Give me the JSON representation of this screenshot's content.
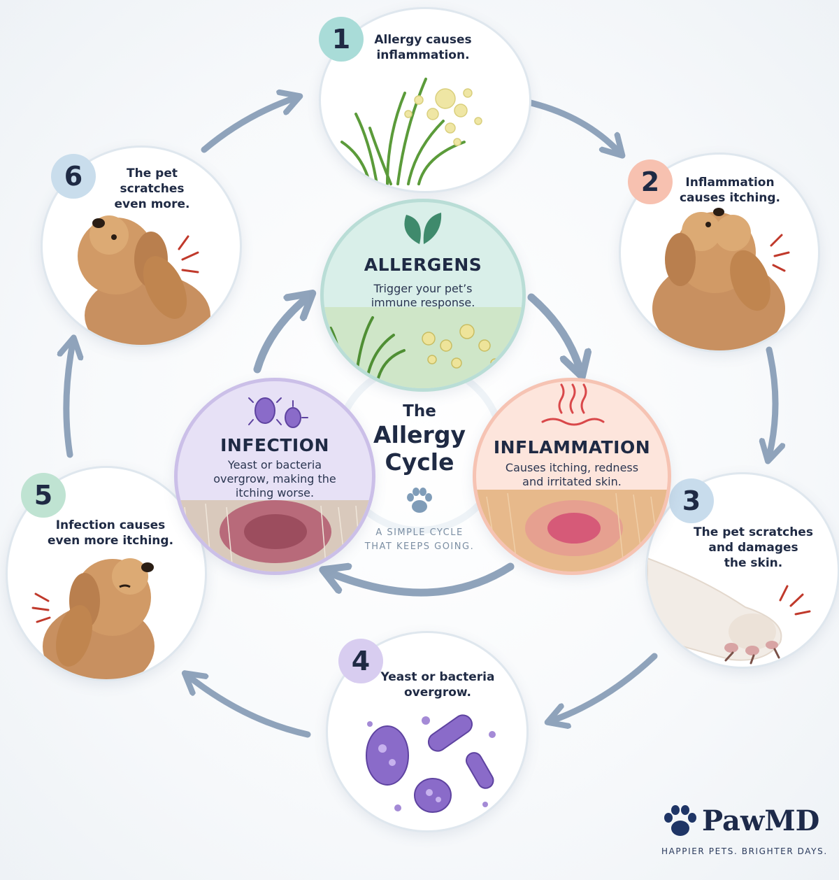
{
  "steps": [
    {
      "number": "1",
      "text_lines": [
        "Allergy causes",
        "inflammation."
      ],
      "badge_color": "#a9dcd8",
      "icon": "grass-pollen-icon"
    },
    {
      "number": "2",
      "text_lines": [
        "Inflammation",
        "causes itching."
      ],
      "badge_color": "#f7c1b0",
      "icon": "dog-scratching-icon"
    },
    {
      "number": "3",
      "text_lines": [
        "The pet scratches",
        "and damages",
        "the skin."
      ],
      "badge_color": "#c8dcec",
      "icon": "dog-paw-claws-icon"
    },
    {
      "number": "4",
      "text_lines": [
        "Yeast or bacteria",
        "overgrow."
      ],
      "badge_color": "#d8cdf0",
      "icon": "bacteria-icon"
    },
    {
      "number": "5",
      "text_lines": [
        "Infection causes",
        "even more itching."
      ],
      "badge_color": "#bfe3d2",
      "icon": "dog-scratching-icon"
    },
    {
      "number": "6",
      "text_lines": [
        "The pet",
        "scratches",
        "even more."
      ],
      "badge_color": "#c9ddec",
      "icon": "dog-scratching-icon"
    }
  ],
  "core": {
    "allergens": {
      "title": "ALLERGENS",
      "desc_lines": [
        "Trigger your pet’s",
        "immune response."
      ],
      "color": "#d9efe9",
      "border": "#b9ddd6",
      "icon": "leaf-icon"
    },
    "inflammation": {
      "title": "INFLAMMATION",
      "desc_lines": [
        "Causes itching, redness",
        "and irritated skin."
      ],
      "color": "#fde5dc",
      "border": "#f6c3b3",
      "icon": "heat-waves-icon"
    },
    "infection": {
      "title": "INFECTION",
      "desc_lines": [
        "Yeast or bacteria",
        "overgrow, making the",
        "itching worse."
      ],
      "color": "#e7e1f6",
      "border": "#cbbfe8",
      "icon": "microbe-icon"
    }
  },
  "center": {
    "title_lines": [
      "The",
      "Allergy",
      "Cycle"
    ],
    "tagline_lines": [
      "A SIMPLE CYCLE",
      "THAT KEEPS GOING."
    ],
    "icon": "paw-icon"
  },
  "brand": {
    "name": "PawMD",
    "tagline": "HAPPIER PETS. BRIGHTER DAYS.",
    "icon": "paw-logo-icon"
  },
  "colors": {
    "arrow": "#8fa3bb",
    "text": "#1f2a44",
    "accent_red": "#d9484a",
    "purple": "#7e5fc4"
  }
}
